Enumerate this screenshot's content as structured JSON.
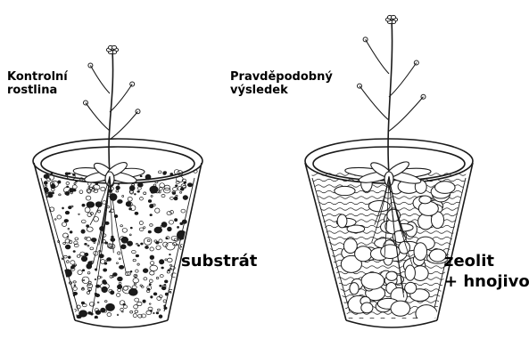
{
  "labels": {
    "control_line1": "Kontrolní",
    "control_line2": "rostlina",
    "probable_line1": "Pravděpodobný",
    "probable_line2": "výsledek",
    "substrate": "substrát",
    "zeolite_line1": "zeolit",
    "zeolite_line2": "+ hnojivo"
  },
  "pots": [
    {
      "name": "pot-control",
      "fill": "substrate-granules"
    },
    {
      "name": "pot-zeolite",
      "fill": "zeolite-waves-pebbles"
    }
  ],
  "colors": {
    "ink": "#1a1a1a",
    "background": "#ffffff"
  }
}
